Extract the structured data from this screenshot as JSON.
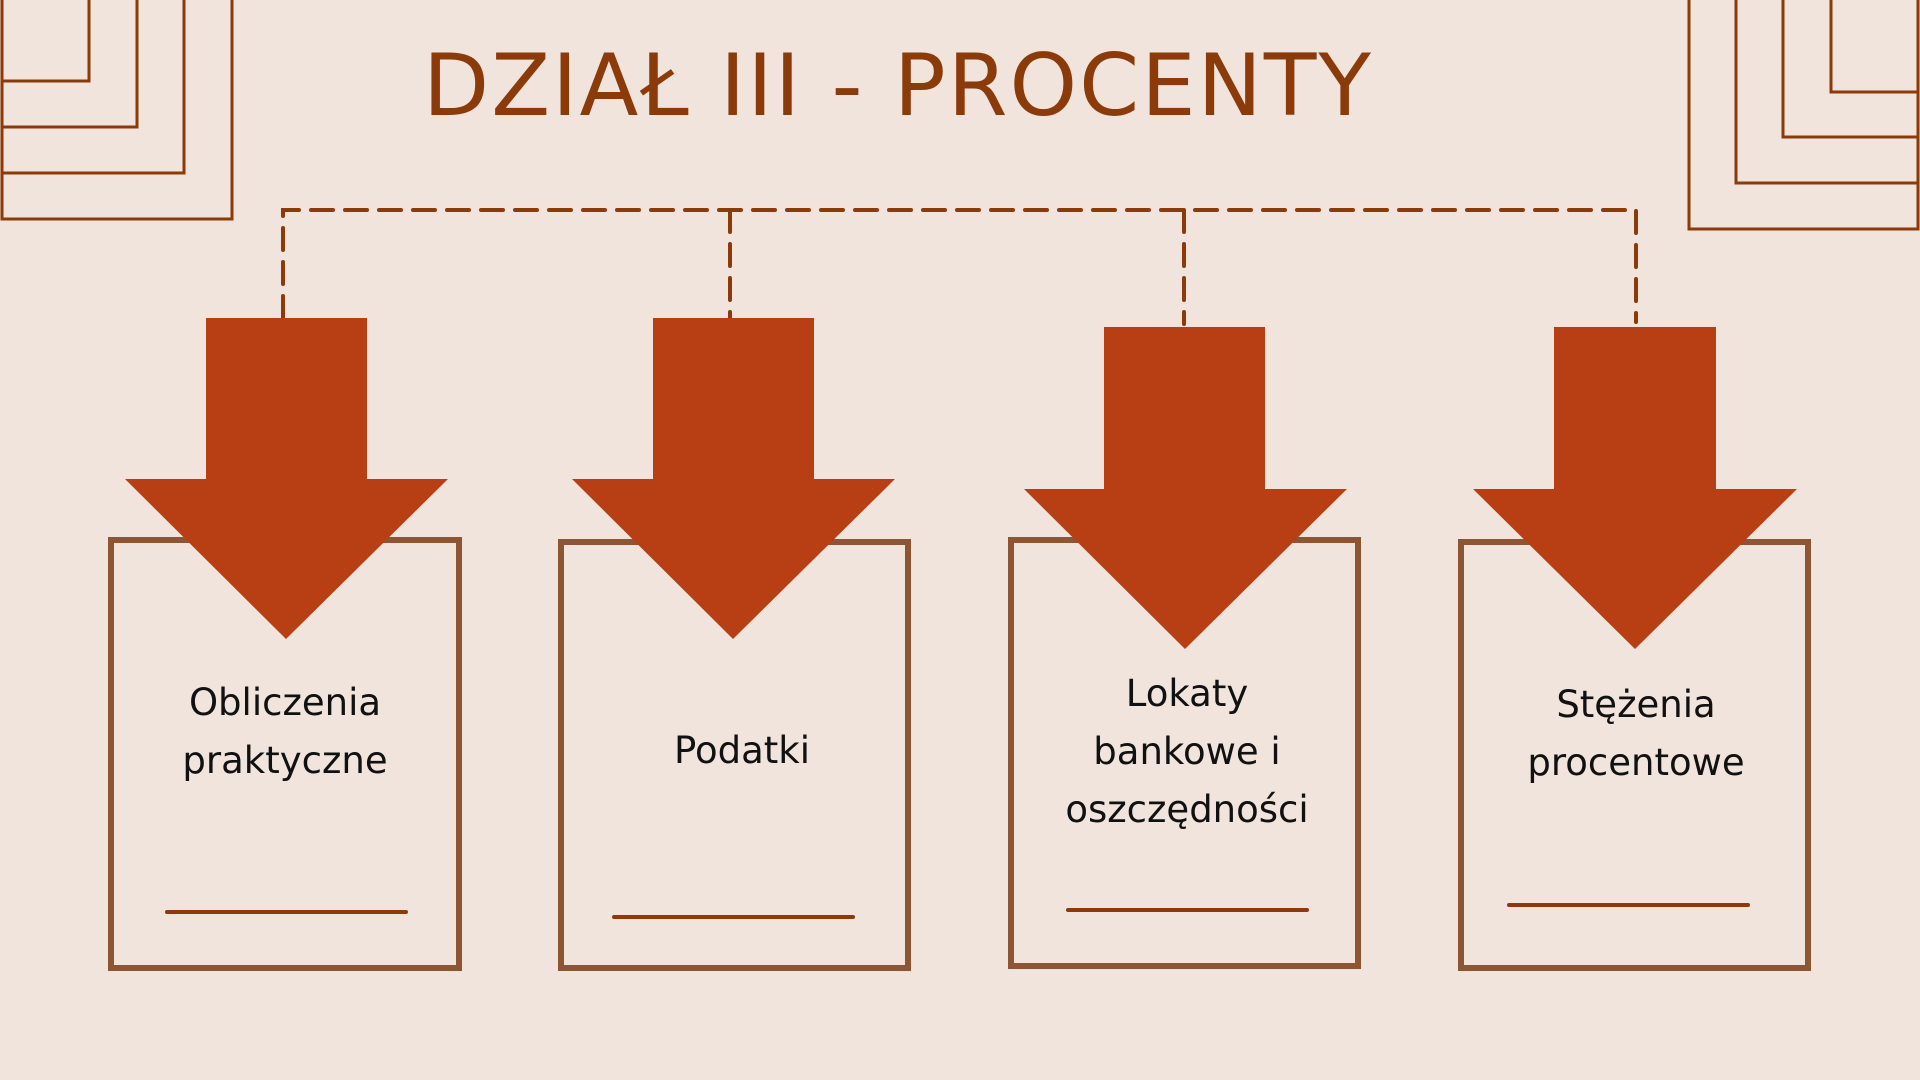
{
  "title": "DZIAŁ III - PROCENTY",
  "colors": {
    "background": "#F1E4DC",
    "title": "#8B3A0A",
    "arrow": "#B83F14",
    "box": "#8E5535",
    "line": "#8B3A0A"
  },
  "topics": [
    {
      "label": "Obliczenia praktyczne"
    },
    {
      "label": "Podatki"
    },
    {
      "label": "Lokaty bankowe i oszczędności"
    },
    {
      "label": "Stężenia procentowe"
    }
  ]
}
